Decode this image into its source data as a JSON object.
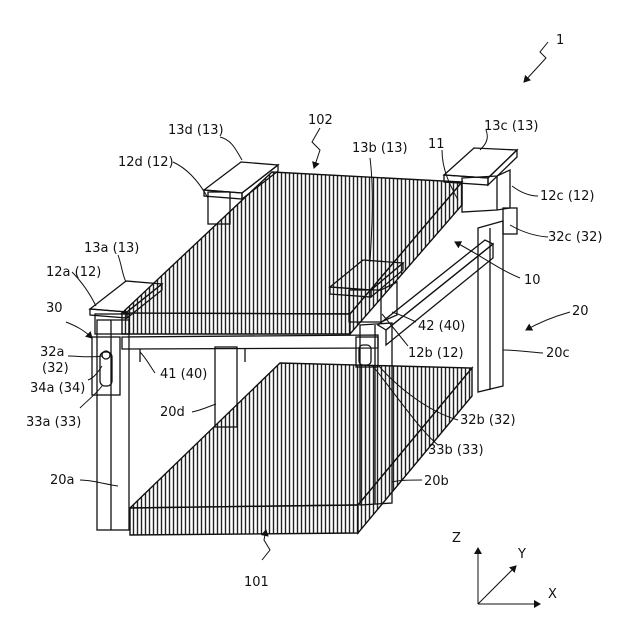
{
  "labels": {
    "fig": "1",
    "l102": "102",
    "l13d": "13d (13)",
    "l13c": "13c (13)",
    "l12d": "12d (12)",
    "l13b": "13b (13)",
    "l11": "11",
    "l12c": "12c (12)",
    "l13a": "13a (13)",
    "l32c": "32c (32)",
    "l12a": "12a (12)",
    "l10": "10",
    "l30": "30",
    "l20": "20",
    "l42": "42 (40)",
    "l32a": "32a",
    "l32a2": "(32)",
    "l12b": "12b (12)",
    "l20c": "20c",
    "l41": "41 (40)",
    "l34a": "34a (34)",
    "l33a": "33a (33)",
    "l20d": "20d",
    "l32b": "32b (32)",
    "l33b": "33b (33)",
    "l20a": "20a",
    "l20b": "20b",
    "l101": "101"
  },
  "axes": {
    "z": "Z",
    "y": "Y",
    "x": "X"
  }
}
